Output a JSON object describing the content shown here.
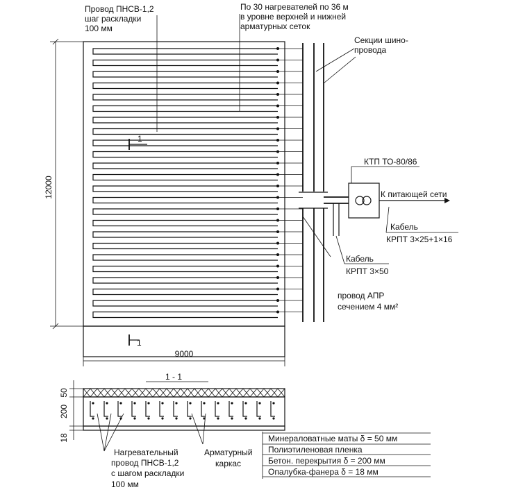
{
  "labels": {
    "wire_top": [
      "Провод ПНСВ-1,2",
      "шаг раскладки",
      "100 мм"
    ],
    "heaters": [
      "По 30 нагревателей по 36 м",
      "в уровне верхней и нижней",
      "арматурных сеток"
    ],
    "busbar": [
      "Секции шино-",
      "провода"
    ],
    "ktp": "КТП ТО-80/86",
    "to_grid": "К питающей сети",
    "cable_main": [
      "Кабель",
      "КРПТ 3×25+1×16"
    ],
    "cable_local": [
      "Кабель",
      "КРПТ 3×50"
    ],
    "apr": [
      "провод АПР",
      "сечением 4 мм²"
    ],
    "dim_height": "12000",
    "dim_width": "9000",
    "section_mark": "1",
    "section_title": "1 - 1",
    "dim_50": "50",
    "dim_200": "200",
    "dim_18": "18",
    "heating_wire": [
      "Нагревательный",
      "провод ПНСВ-1,2",
      "с шагом раскладки",
      "100 мм"
    ],
    "rebar": [
      "Арматурный",
      "каркас"
    ],
    "layers": [
      "Минераловатные маты δ = 50 мм",
      "Полиэтиленовая пленка",
      "Бетон. перекрытия  δ = 200 мм",
      "Опалубка-фанера    δ = 18 мм"
    ]
  }
}
